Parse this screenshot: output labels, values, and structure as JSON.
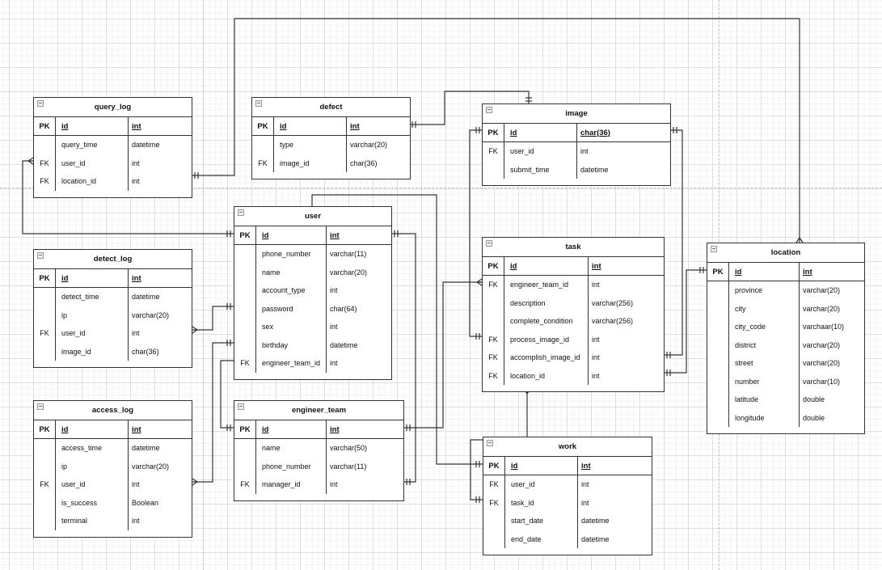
{
  "diagram": {
    "type": "ER diagram",
    "entities": [
      {
        "key": "query_log",
        "name": "query_log",
        "pk": {
          "key": "PK",
          "name": "id",
          "type": "int"
        },
        "fields": [
          {
            "key": "",
            "name": "query_time",
            "type": "datetime"
          },
          {
            "key": "FK",
            "name": "user_id",
            "type": "int"
          },
          {
            "key": "FK",
            "name": "location_id",
            "type": "int"
          }
        ]
      },
      {
        "key": "defect",
        "name": "defect",
        "pk": {
          "key": "PK",
          "name": "id",
          "type": "int"
        },
        "fields": [
          {
            "key": "",
            "name": "type",
            "type": "varchar(20)"
          },
          {
            "key": "FK",
            "name": "image_id",
            "type": "char(36)"
          }
        ]
      },
      {
        "key": "image",
        "name": "image",
        "pk": {
          "key": "PK",
          "name": "id",
          "type": "char(36)"
        },
        "fields": [
          {
            "key": "FK",
            "name": "user_id",
            "type": "int"
          },
          {
            "key": "",
            "name": "submit_time",
            "type": "datetime"
          }
        ]
      },
      {
        "key": "user",
        "name": "user",
        "pk": {
          "key": "PK",
          "name": "id",
          "type": "int"
        },
        "fields": [
          {
            "key": "",
            "name": "phone_number",
            "type": "varchar(11)"
          },
          {
            "key": "",
            "name": "name",
            "type": "varchar(20)"
          },
          {
            "key": "",
            "name": "account_type",
            "type": "int"
          },
          {
            "key": "",
            "name": "password",
            "type": "char(64)"
          },
          {
            "key": "",
            "name": "sex",
            "type": "int"
          },
          {
            "key": "",
            "name": "birthday",
            "type": "datetime"
          },
          {
            "key": "FK",
            "name": "engineer_team_id",
            "type": "int"
          }
        ]
      },
      {
        "key": "detect_log",
        "name": "detect_log",
        "pk": {
          "key": "PK",
          "name": "id",
          "type": "int"
        },
        "fields": [
          {
            "key": "",
            "name": "detect_time",
            "type": "datetime"
          },
          {
            "key": "",
            "name": "ip",
            "type": "varchar(20)"
          },
          {
            "key": "FK",
            "name": "user_id",
            "type": "int"
          },
          {
            "key": "",
            "name": "image_id",
            "type": "char(36)"
          }
        ]
      },
      {
        "key": "task",
        "name": "task",
        "pk": {
          "key": "PK",
          "name": "id",
          "type": "int"
        },
        "fields": [
          {
            "key": "FK",
            "name": "engineer_team_id",
            "type": "int"
          },
          {
            "key": "",
            "name": "description",
            "type": "varchar(256)"
          },
          {
            "key": "",
            "name": "complete_condition",
            "type": "varchar(256)"
          },
          {
            "key": "FK",
            "name": "process_image_id",
            "type": "int"
          },
          {
            "key": "FK",
            "name": "accomplish_image_id",
            "type": "int"
          },
          {
            "key": "FK",
            "name": "location_id",
            "type": "int"
          }
        ]
      },
      {
        "key": "location",
        "name": "location",
        "pk": {
          "key": "PK",
          "name": "id",
          "type": "int"
        },
        "fields": [
          {
            "key": "",
            "name": "province",
            "type": "varchar(20)"
          },
          {
            "key": "",
            "name": "city",
            "type": "varchar(20)"
          },
          {
            "key": "",
            "name": "city_code",
            "type": "varchaar(10)"
          },
          {
            "key": "",
            "name": "district",
            "type": "varchar(20)"
          },
          {
            "key": "",
            "name": "street",
            "type": "varchar(20)"
          },
          {
            "key": "",
            "name": "number",
            "type": "varchar(10)"
          },
          {
            "key": "",
            "name": "latitude",
            "type": "double"
          },
          {
            "key": "",
            "name": "longitude",
            "type": "double"
          }
        ]
      },
      {
        "key": "access_log",
        "name": "access_log",
        "pk": {
          "key": "PK",
          "name": "id",
          "type": "int"
        },
        "fields": [
          {
            "key": "",
            "name": "access_time",
            "type": "datetime"
          },
          {
            "key": "",
            "name": "ip",
            "type": "varchar(20)"
          },
          {
            "key": "FK",
            "name": "user_id",
            "type": "int"
          },
          {
            "key": "",
            "name": "is_success",
            "type": "Boolean"
          },
          {
            "key": "",
            "name": "terminal",
            "type": "int"
          }
        ]
      },
      {
        "key": "engineer_team",
        "name": "engineer_team",
        "pk": {
          "key": "PK",
          "name": "id",
          "type": "int"
        },
        "fields": [
          {
            "key": "",
            "name": "name",
            "type": "varchar(50)"
          },
          {
            "key": "",
            "name": "phone_number",
            "type": "varchar(11)"
          },
          {
            "key": "FK",
            "name": "manager_id",
            "type": "int"
          }
        ]
      },
      {
        "key": "work",
        "name": "work",
        "pk": {
          "key": "PK",
          "name": "id",
          "type": "int"
        },
        "fields": [
          {
            "key": "FK",
            "name": "user_id",
            "type": "int"
          },
          {
            "key": "FK",
            "name": "task_id",
            "type": "int"
          },
          {
            "key": "",
            "name": "start_date",
            "type": "datetime"
          },
          {
            "key": "",
            "name": "end_date",
            "type": "datetime"
          }
        ]
      }
    ],
    "relationships": [
      {
        "from": "query_log.location_id",
        "to": "location.id",
        "from_end": "one",
        "to_end": "many"
      },
      {
        "from": "query_log.user_id",
        "to": "user.id",
        "from_end": "many",
        "to_end": "one"
      },
      {
        "from": "defect.id",
        "to": "image.id",
        "from_end": "one",
        "to_end": "one"
      },
      {
        "from": "detect_log.user_id",
        "to": "user.password",
        "from_end": "many",
        "to_end": "one"
      },
      {
        "from": "access_log.user_id",
        "to": "user.birthday",
        "from_end": "many",
        "to_end": "one"
      },
      {
        "from": "user.engineer_team_id",
        "to": "engineer_team.id",
        "from_end": "many",
        "to_end": "one"
      },
      {
        "from": "user.id",
        "to": "engineer_team.manager_id",
        "from_end": "one",
        "to_end": "one"
      },
      {
        "from": "user.top",
        "to": "work.id",
        "from_end": "many",
        "to_end": "one"
      },
      {
        "from": "engineer_team.id",
        "to": "task.engineer_team_id",
        "from_end": "one",
        "to_end": "many"
      },
      {
        "from": "image.id",
        "to": "task.process_image_id",
        "from_end": "one",
        "to_end": "one"
      },
      {
        "from": "image.id",
        "to": "task.accomplish_image_id",
        "from_end": "one",
        "to_end": "one"
      },
      {
        "from": "task.location_id",
        "to": "location.id",
        "from_end": "one",
        "to_end": "one"
      },
      {
        "from": "task.bottom",
        "to": "work.task_id",
        "from_end": "many",
        "to_end": "one"
      }
    ]
  }
}
